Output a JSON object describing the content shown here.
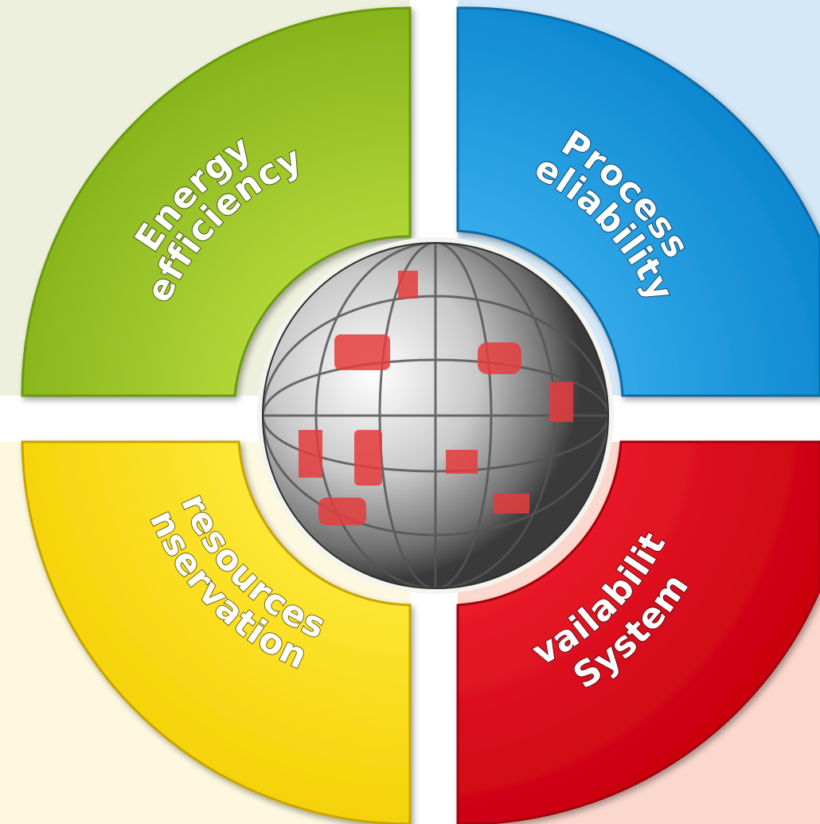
{
  "quadrants": {
    "top_left": {
      "lines": [
        "Energy",
        "efficiency"
      ],
      "color": "#96c11f",
      "dark": "#5f8a0f",
      "bg": "#eef0de"
    },
    "top_right": {
      "lines": [
        "Process",
        "reliability"
      ],
      "color": "#1a9ae0",
      "dark": "#0a6aa8",
      "bg": "#d5e8f7"
    },
    "bottom_left": {
      "lines": [
        "Conservation of",
        "resources"
      ],
      "color": "#ffde00",
      "dark": "#c7a400",
      "bg": "#fdf8df"
    },
    "bottom_right": {
      "lines": [
        "System",
        "availability"
      ],
      "color": "#e2061a",
      "dark": "#a30010",
      "bg": "#fbd8cd"
    }
  },
  "globe": {
    "icon": "globe-image",
    "accent": "#e63c3c"
  }
}
